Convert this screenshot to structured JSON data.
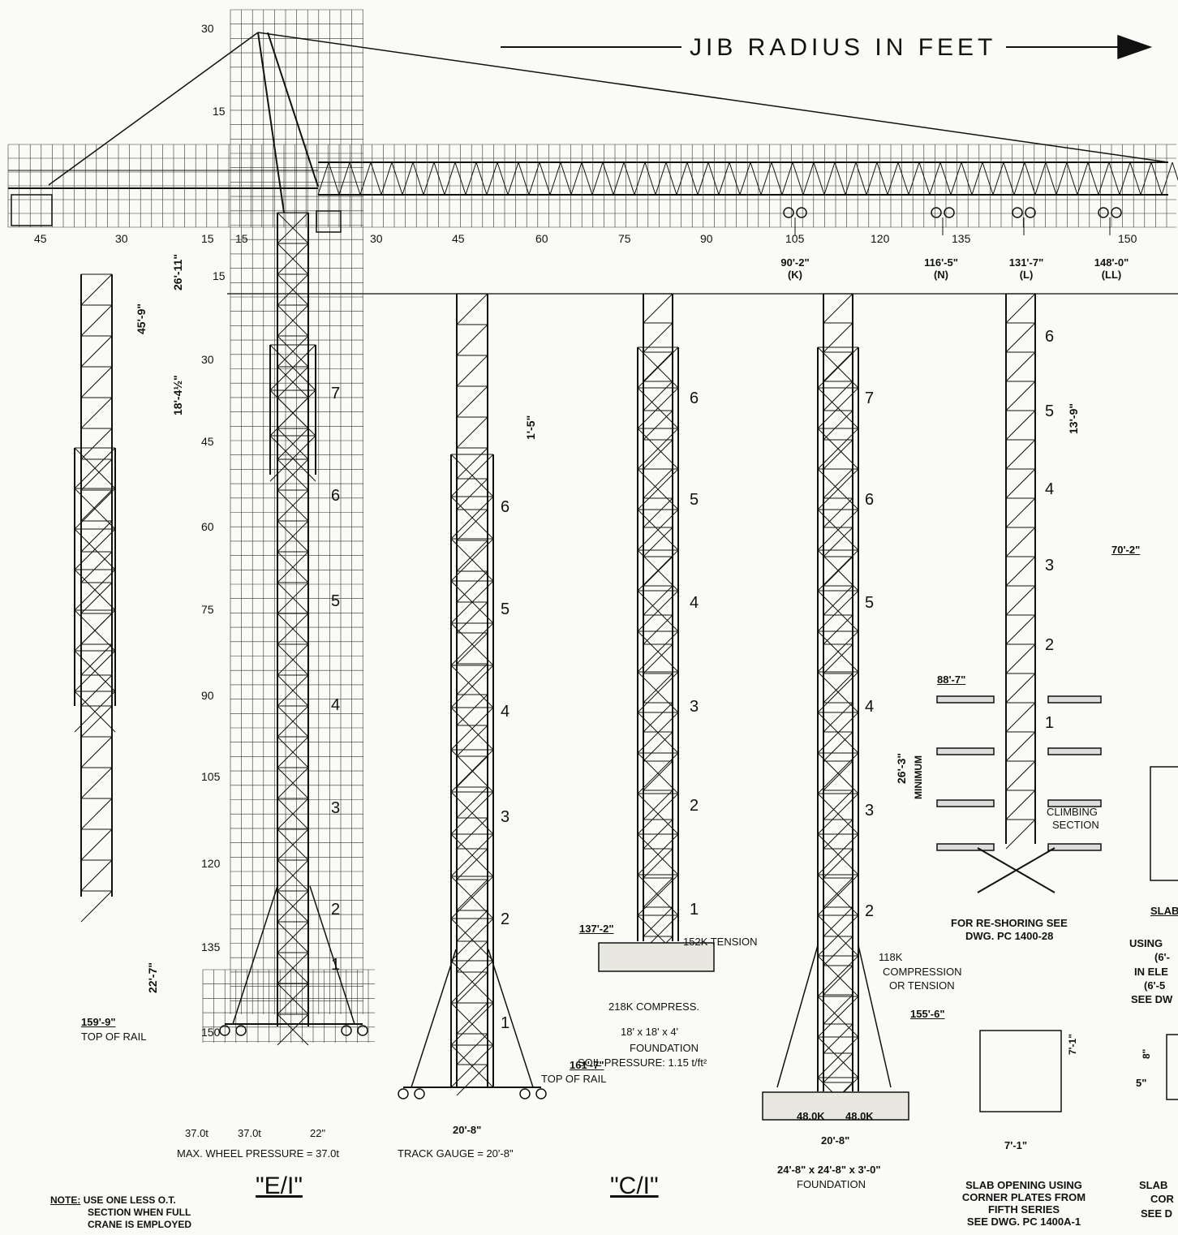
{
  "header": {
    "title": "JIB RADIUS IN FEET"
  },
  "jib_ticks": [
    "45",
    "30",
    "15",
    "15",
    "30",
    "45",
    "60",
    "75",
    "90",
    "105",
    "120",
    "135",
    "150"
  ],
  "height_ticks": [
    "30",
    "15",
    "15",
    "30",
    "45",
    "60",
    "75",
    "90",
    "105",
    "120",
    "135",
    "150"
  ],
  "radii": [
    {
      "value": "90'-2\"",
      "code": "(K)"
    },
    {
      "value": "116'-5\"",
      "code": "(N)"
    },
    {
      "value": "131'-7\"",
      "code": "(L)"
    },
    {
      "value": "148'-0\"",
      "code": "(LL)"
    }
  ],
  "dims": {
    "d_26_11": "26'-11\"",
    "d_45_9": "45'-9\"",
    "d_18_4": "18'-4½\"",
    "d_1_5": "1'-5\"",
    "d_13_9": "13'-9\"",
    "d_22_7": "22'-7\"",
    "d_26_3": "26'-3\"",
    "minimum": "MINIMUM",
    "d_7_1a": "7'-1\"",
    "d_7_1b": "7'-1\"",
    "d_8": "8\"",
    "d_5": "5\""
  },
  "levels": {
    "l_159": "159'-9\"",
    "top_rail_1": "TOP OF RAIL",
    "l_161": "161'-7\"",
    "top_rail_2": "TOP OF RAIL",
    "l_137": "137'-2\"",
    "l_155": "155'-6\"",
    "l_88": "88'-7\"",
    "l_70": "70'-2\""
  },
  "e1": {
    "label": "\"E/I\"",
    "sections": [
      "7",
      "6",
      "5",
      "4",
      "3",
      "2",
      "1"
    ],
    "wheel1": "37.0t",
    "wheel2": "37.0t",
    "d22": "22\"",
    "max_wheel": "MAX. WHEEL PRESSURE = 37.0t"
  },
  "c1": {
    "label": "\"C/I\"",
    "track": "TRACK GAUGE = 20'-8\"",
    "gauge": "20'-8\"",
    "sections_a": [
      "6",
      "5",
      "4",
      "3",
      "2",
      "1"
    ],
    "sections_b": [
      "6",
      "5",
      "4",
      "3",
      "2",
      "1"
    ],
    "tension": "152K TENSION",
    "compress": "218K COMPRESS.",
    "foundation": "18' x 18' x 4'",
    "foundation_label": "FOUNDATION",
    "soil": "SOIL PRESSURE: 1.15 t/ft²"
  },
  "tower4": {
    "sections": [
      "7",
      "6",
      "5",
      "4",
      "3",
      "2"
    ],
    "load": "118K",
    "comp": "COMPRESSION",
    "or_tension": "OR TENSION",
    "r1": "48.0K",
    "r2": "48.0K",
    "span": "20'-8\"",
    "foundation": "24'-8\" x 24'-8\" x 3'-0\"",
    "foundation_label": "FOUNDATION"
  },
  "climbing": {
    "sections": [
      "6",
      "5",
      "4",
      "3",
      "2",
      "1"
    ],
    "label1": "CLIMBING",
    "label2": "SECTION",
    "reshore1": "FOR RE-SHORING SEE",
    "reshore2": "DWG. PC 1400-28"
  },
  "slab": {
    "l1": "SLAB OPENING USING",
    "l2": "CORNER PLATES FROM",
    "l3": "FIFTH SERIES",
    "l4": "SEE DWG. PC 1400A-1"
  },
  "rightcut": {
    "r1": "SLAB",
    "r2": "USING",
    "r3": "(6'-",
    "r4": "IN ELE",
    "r5": "(6'-5",
    "r6": "SEE DW",
    "r7": "SLAB",
    "r8": "COR",
    "r9": "SEE D"
  },
  "note": {
    "key": "NOTE:",
    "l1": "USE ONE LESS O.T.",
    "l2": "SECTION WHEN FULL",
    "l3": "CRANE IS EMPLOYED"
  }
}
